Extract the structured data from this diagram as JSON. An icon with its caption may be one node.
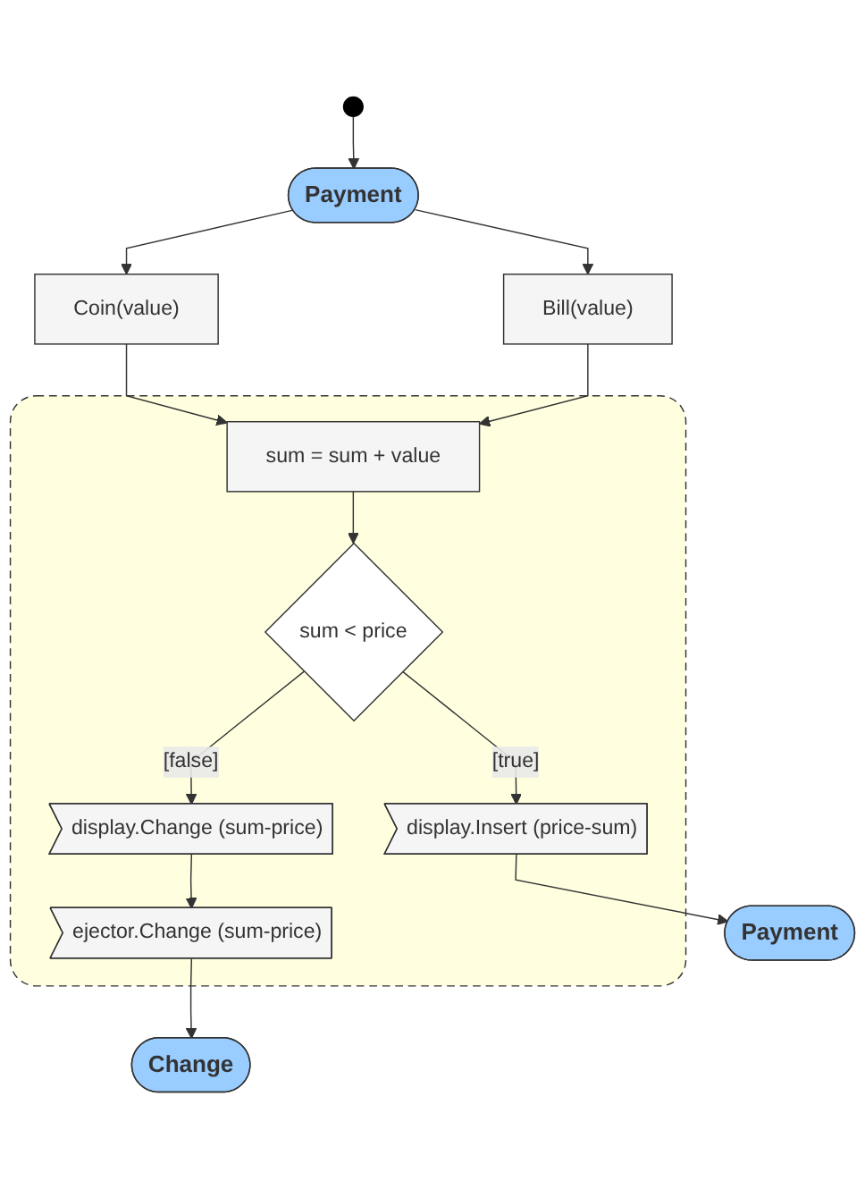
{
  "diagram": {
    "nodes": [
      {
        "text": [],
        "shape": "circle"
      },
      {
        "text": [
          "Payment"
        ]
      },
      {
        "text": [
          "Coin(value)"
        ]
      },
      {
        "text": [
          "Bill(value)"
        ]
      },
      {
        "text": [],
        "shape": "box"
      },
      {
        "text": [
          "sum = sum + value"
        ],
        "in": 4
      },
      {
        "text": [
          "sum < price"
        ],
        "in": 4
      },
      {
        "text": [
          "display.Insert (price-sum)"
        ],
        "in": 4
      },
      {
        "text": [
          "display.Change (sum-price)"
        ],
        "in": 4
      },
      {
        "text": [
          "ejector.Change (sum-price)"
        ],
        "in": 4
      },
      {
        "text": [
          "Payment"
        ]
      },
      {
        "text": [
          "Change"
        ]
      }
    ],
    "edges": [
      {
        "from": 0,
        "to": 1,
        "arrow": "to"
      },
      {
        "from": 1,
        "to": 2,
        "arrow": "to"
      },
      {
        "from": 1,
        "to": 3,
        "arrow": "to"
      },
      {
        "from": 2,
        "to": 5,
        "arrow": "to"
      },
      {
        "from": 3,
        "to": 5,
        "arrow": "to"
      },
      {
        "from": 5,
        "to": 6,
        "arrow": "to"
      },
      {
        "from": 6,
        "to": 7,
        "arrow": "to",
        "label": "[true]"
      },
      {
        "from": 6,
        "to": 8,
        "arrow": "to",
        "label": "[false]"
      },
      {
        "from": 7,
        "to": 10,
        "arrow": "to"
      },
      {
        "from": 8,
        "to": 9,
        "arrow": "to"
      },
      {
        "from": 9,
        "to": 11,
        "arrow": "to"
      }
    ]
  }
}
